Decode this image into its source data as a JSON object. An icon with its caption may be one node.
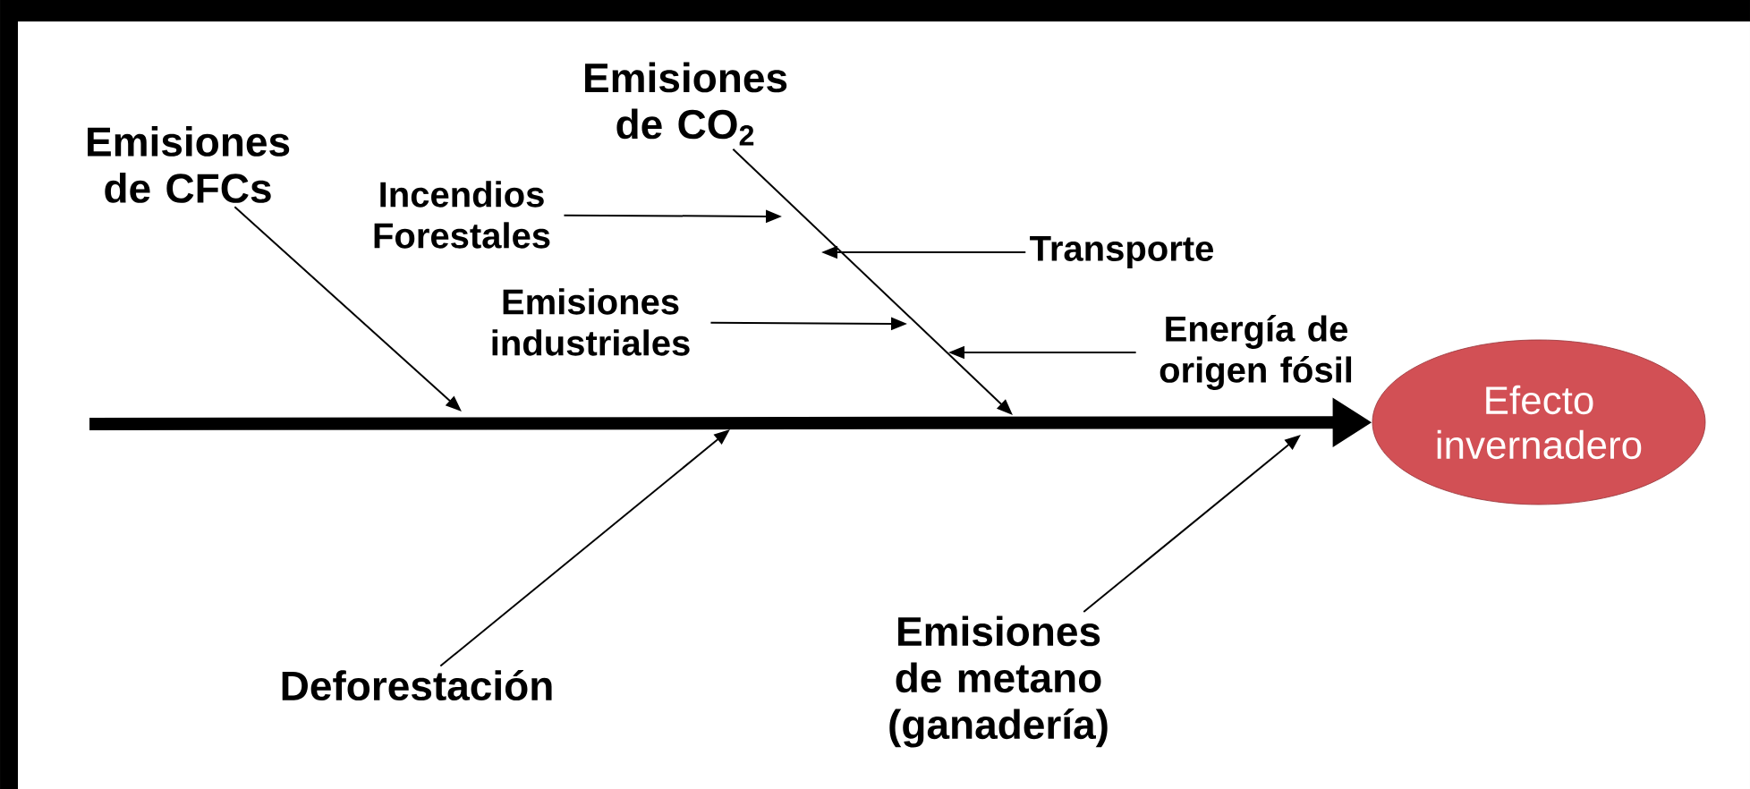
{
  "diagram": {
    "nodes": [
      {
        "text": [
          "Emisiones de CFCs"
        ]
      },
      {
        "text": [
          "Emisiones de CO$_{2}$"
        ]
      },
      {
        "text": [
          "Incendios Forestales"
        ]
      },
      {
        "text": [
          "Transporte"
        ]
      },
      {
        "text": [
          "Emisiones industriales"
        ]
      },
      {
        "text": [
          "Energía de origen fósil"
        ]
      },
      {
        "text": [
          "Deforestación"
        ]
      },
      {
        "text": [
          "Emisiones de metano (ganadería)"
        ]
      },
      {
        "text": [
          "Efecto invernadero"
        ]
      }
    ],
    "edges": [
      {
        "from": null,
        "to": 8,
        "arrow": "to",
        "style": "thick"
      },
      {
        "from": 0,
        "to": null,
        "arrow": "to"
      },
      {
        "from": 1,
        "to": null,
        "arrow": "to"
      },
      {
        "from": 2,
        "to": null,
        "arrow": "to"
      },
      {
        "from": 3,
        "to": null,
        "arrow": "to"
      },
      {
        "from": 4,
        "to": null,
        "arrow": "to"
      },
      {
        "from": 5,
        "to": null,
        "arrow": "to"
      },
      {
        "from": 6,
        "to": null,
        "arrow": "to"
      },
      {
        "from": 7,
        "to": null,
        "arrow": "to"
      }
    ]
  }
}
